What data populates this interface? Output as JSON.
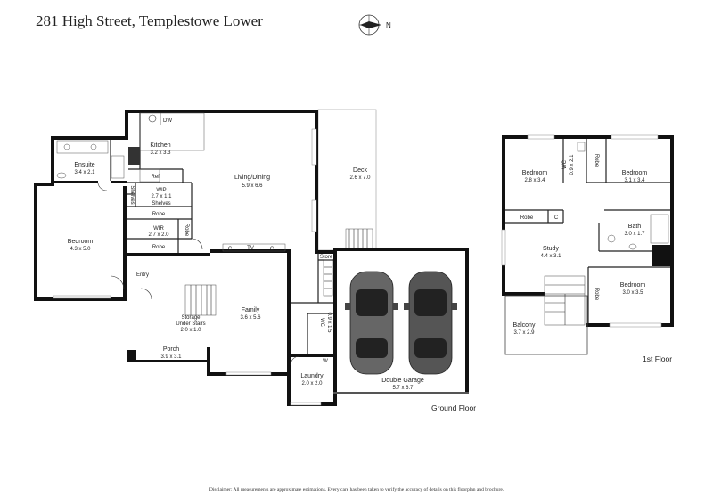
{
  "header": {
    "title": "281 High Street, Templestowe Lower"
  },
  "compass": {
    "label": "N"
  },
  "floors": [
    {
      "label": "Ground Floor"
    },
    {
      "label": "1st Floor"
    }
  ],
  "ground_rooms": {
    "kitchen": {
      "name": "Kitchen",
      "dim": "3.2 x 3.3"
    },
    "dw": {
      "name": "DW"
    },
    "ref": {
      "name": "Ref."
    },
    "living": {
      "name": "Living/Dining",
      "dim": "5.9 x 6.6"
    },
    "deck": {
      "name": "Deck",
      "dim": "2.6 x 7.0"
    },
    "ensuite": {
      "name": "Ensuite",
      "dim": "3.4 x 2.1"
    },
    "wip": {
      "name": "WIP",
      "dim": "2.7 x 1.1"
    },
    "shelves1": {
      "name": "Shelves"
    },
    "shelves2": {
      "name": "Shelves"
    },
    "robe1": {
      "name": "Robe"
    },
    "wir": {
      "name": "WIR",
      "dim": "2.7 x 2.0"
    },
    "robe2": {
      "name": "Robe"
    },
    "robe3": {
      "name": "Robe"
    },
    "bedroom": {
      "name": "Bedroom",
      "dim": "4.3 x 5.0"
    },
    "tv": {
      "name": "TV"
    },
    "c1": {
      "name": "C"
    },
    "c2": {
      "name": "C"
    },
    "entry": {
      "name": "Entry"
    },
    "family": {
      "name": "Family",
      "dim": "3.6 x 5.6"
    },
    "storage": {
      "name": "Storage",
      "sub": "Under Stairs",
      "dim": "2.0 x 1.0"
    },
    "porch": {
      "name": "Porch",
      "dim": "3.9 x 3.1"
    },
    "store": {
      "name": "Store"
    },
    "wc": {
      "name": "WC",
      "dim": "0.9 x 1.5"
    },
    "w": {
      "name": "W"
    },
    "laundry": {
      "name": "Laundry",
      "dim": "2.0 x 2.0"
    },
    "garage": {
      "name": "Double Garage",
      "dim": "5.7 x 6.7"
    }
  },
  "first_rooms": {
    "bedroom_a": {
      "name": "Bedroom",
      "dim": "2.8 x 3.4"
    },
    "wc": {
      "name": "WC",
      "dim": "0.9 x 2.1"
    },
    "robe_a": {
      "name": "Robe"
    },
    "bedroom_b": {
      "name": "Bedroom",
      "dim": "3.1 x 3.4"
    },
    "robe_b": {
      "name": "Robe"
    },
    "c": {
      "name": "C"
    },
    "bath": {
      "name": "Bath",
      "dim": "3.0 x 1.7"
    },
    "study": {
      "name": "Study",
      "dim": "4.4 x 3.1"
    },
    "bedroom_c": {
      "name": "Bedroom",
      "dim": "3.0 x 3.5"
    },
    "robe_c": {
      "name": "Robe"
    },
    "balcony": {
      "name": "Balcony",
      "dim": "3.7 x 2.9"
    }
  },
  "footer": {
    "disclaimer": "Disclaimer: All measurements are approximate estimations. Every care has been taken to verify the accuracy of details on this floorplan and brochure."
  }
}
